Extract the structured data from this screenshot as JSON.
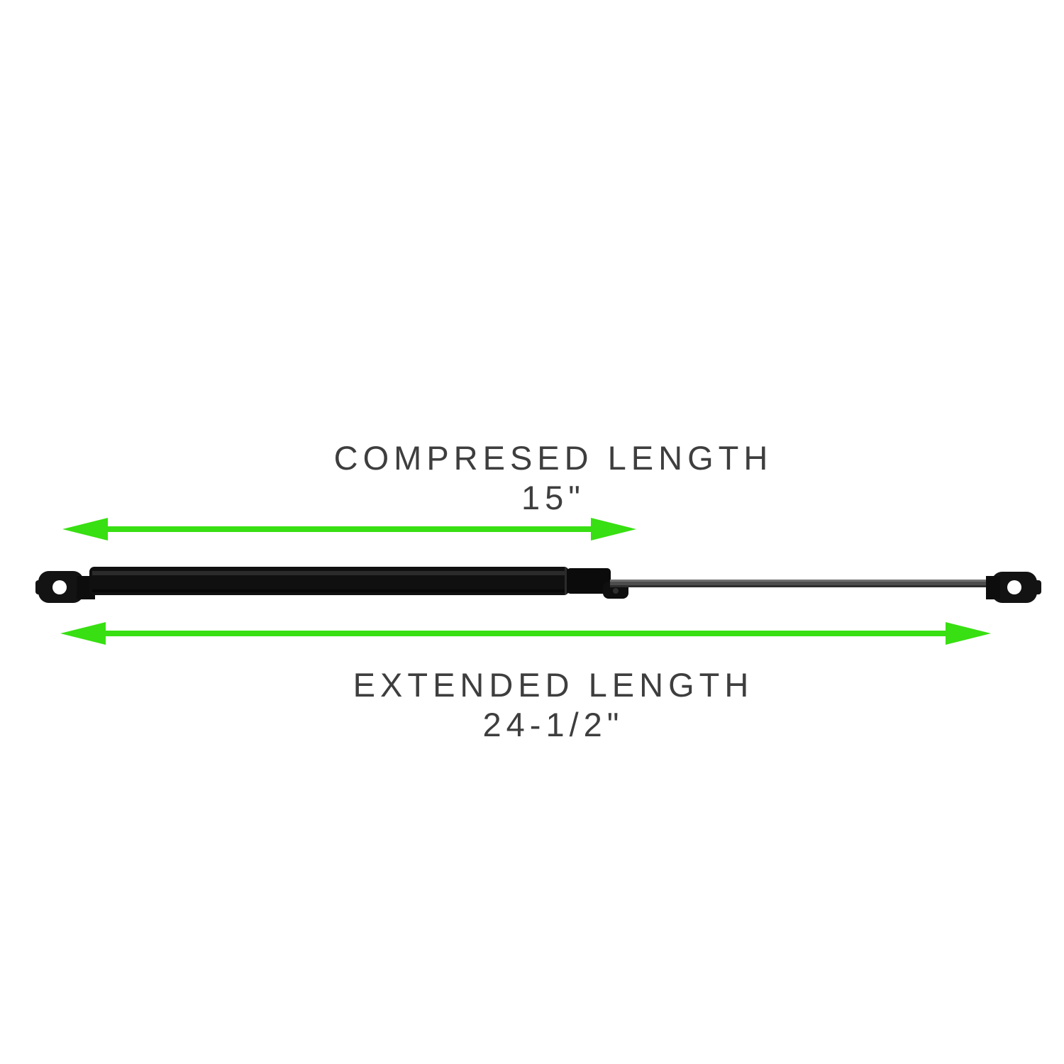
{
  "diagram": {
    "compressed": {
      "title": "COMPRESED LENGTH",
      "value": "15\""
    },
    "extended": {
      "title": "EXTENDED LENGTH",
      "value": "24-1/2\""
    }
  },
  "colors": {
    "arrow": "#38df12",
    "text": "#3e3e3e",
    "strut_body": "#101010",
    "strut_rod": "#4d4d4d"
  },
  "icons": {
    "compressed_arrow": "double-headed-arrow",
    "extended_arrow": "double-headed-arrow"
  }
}
